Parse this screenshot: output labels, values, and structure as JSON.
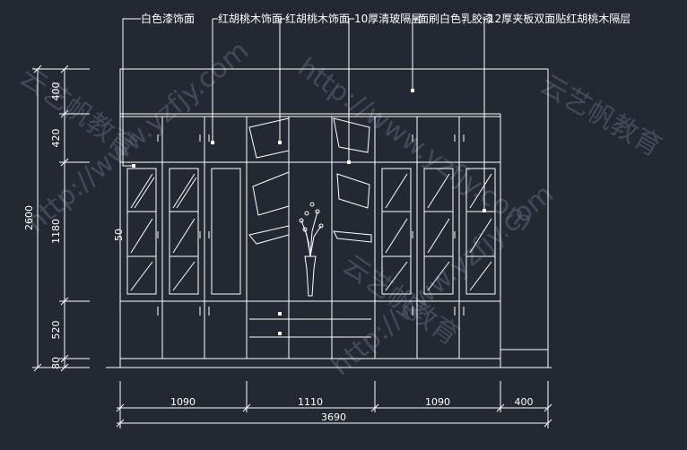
{
  "drawing": {
    "callouts": [
      "白色漆饰面",
      "红胡桃木饰面",
      "红胡桃木饰面",
      "10厚清玻隔层",
      "面刷白色乳胶漆",
      "12厚夹板双面贴红胡桃木隔层"
    ],
    "height_dims": {
      "total": "2600",
      "segments": [
        "400",
        "420",
        "1180",
        "520",
        "80"
      ],
      "side_note": "50"
    },
    "width_dims": {
      "total": "3690",
      "segments": [
        "1090",
        "1110",
        "1090",
        "400"
      ]
    },
    "watermarks": [
      "http://www.yzfjy.com",
      "云艺帆教育"
    ],
    "colors": {
      "background": "#232833",
      "lines": "#ffffff",
      "watermark": "#5d6577"
    }
  }
}
